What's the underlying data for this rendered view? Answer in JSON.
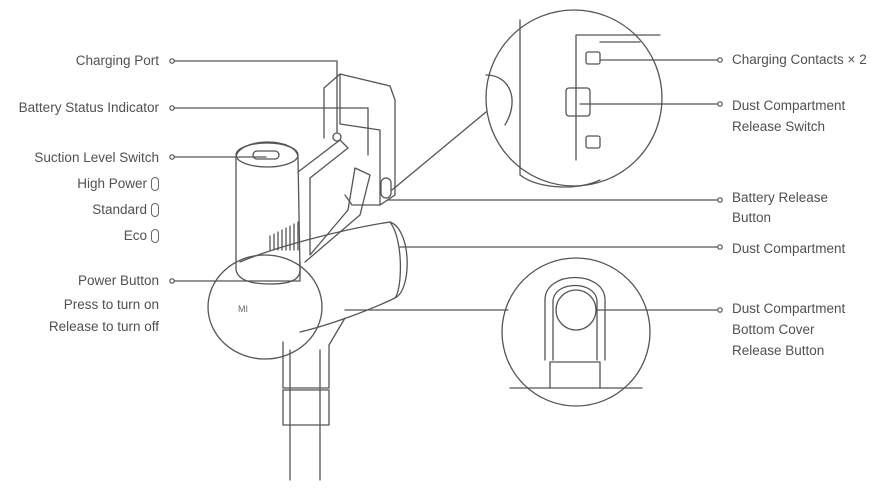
{
  "labels": {
    "charging_port": "Charging Port",
    "battery_status_indicator": "Battery Status Indicator",
    "suction_level_switch": "Suction Level Switch",
    "high_power": "High Power",
    "standard": "Standard",
    "eco": "Eco",
    "power_button": "Power Button",
    "press_to_turn_on": "Press to turn on",
    "release_to_turn_off": "Release to turn off",
    "charging_contacts": "Charging Contacts × 2",
    "dust_compartment_release_switch_1": "Dust Compartment",
    "dust_compartment_release_switch_2": "Release Switch",
    "battery_release_button_1": "Battery Release",
    "battery_release_button_2": "Button",
    "dust_compartment": "Dust Compartment",
    "bottom_cover_release_1": "Dust Compartment",
    "bottom_cover_release_2": "Bottom Cover",
    "bottom_cover_release_3": "Release Button"
  },
  "logo": "MI",
  "colors": {
    "line": "#555555",
    "text": "#4a4a4a",
    "background": "#ffffff"
  }
}
